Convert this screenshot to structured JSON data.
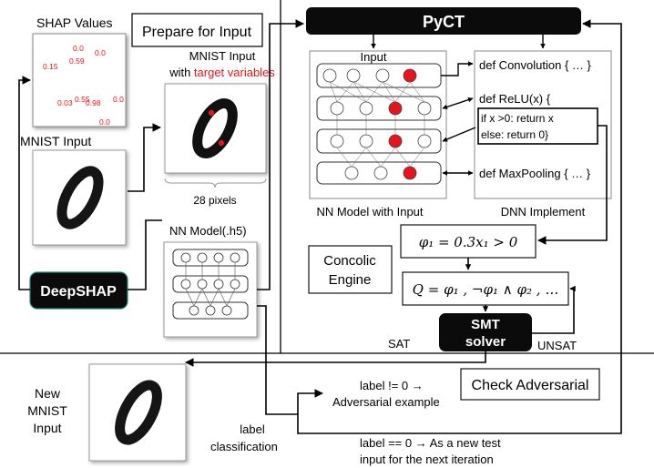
{
  "shap": {
    "title": "SHAP Values",
    "values": [
      "0.0",
      "0.0",
      "0.59",
      "0.15",
      "0.55",
      "0.03",
      "0.98",
      "0.0",
      "0.0"
    ]
  },
  "prepare_label": "Prepare for Input",
  "mnist_target": {
    "line1": "MNIST Input",
    "line2_prefix": "with ",
    "line2_highlight": "target variables",
    "pixels_label": "28  pixels"
  },
  "mnist_input_label": "MNIST Input",
  "nn_model_label": "NN Model(.h5)",
  "deepshap_label": "DeepSHAP",
  "pyct": {
    "title": "PyCT",
    "input_label": "Input",
    "nn_caption": "NN Model with Input",
    "dnn_caption": "DNN Implement",
    "code": {
      "conv": "def Convolution { … }",
      "relu": "def ReLU(x) {",
      "relu_body1": "if x >0: return x",
      "relu_body2": "else: return 0}",
      "maxpool": "def MaxPooling { … }"
    },
    "concolic_line1": "Concolic",
    "concolic_line2": "Engine",
    "phi_formula": "φ₁ = 0.3x₁ > 0",
    "q_formula": "Q =  φ₁ , ¬φ₁ ∧ φ₂ , …",
    "smt_line1": "SMT",
    "smt_line2": "solver",
    "sat_label": "SAT",
    "unsat_label": "UNSAT"
  },
  "bottom": {
    "new_input_line1": "New",
    "new_input_line2": "MNIST",
    "new_input_line3": "Input",
    "label_line1": "label",
    "label_line2": "classification",
    "adv_line1": "label != 0 →",
    "adv_line2": "Adversarial example",
    "check_label": "Check Adversarial",
    "test_line1": "label == 0 → As a new test",
    "test_line2": "input for the next iteration"
  },
  "colors": {
    "highlight": "#e8141b",
    "dark": "#0b0b0b",
    "deepshap_accent": "#1e8a74"
  }
}
